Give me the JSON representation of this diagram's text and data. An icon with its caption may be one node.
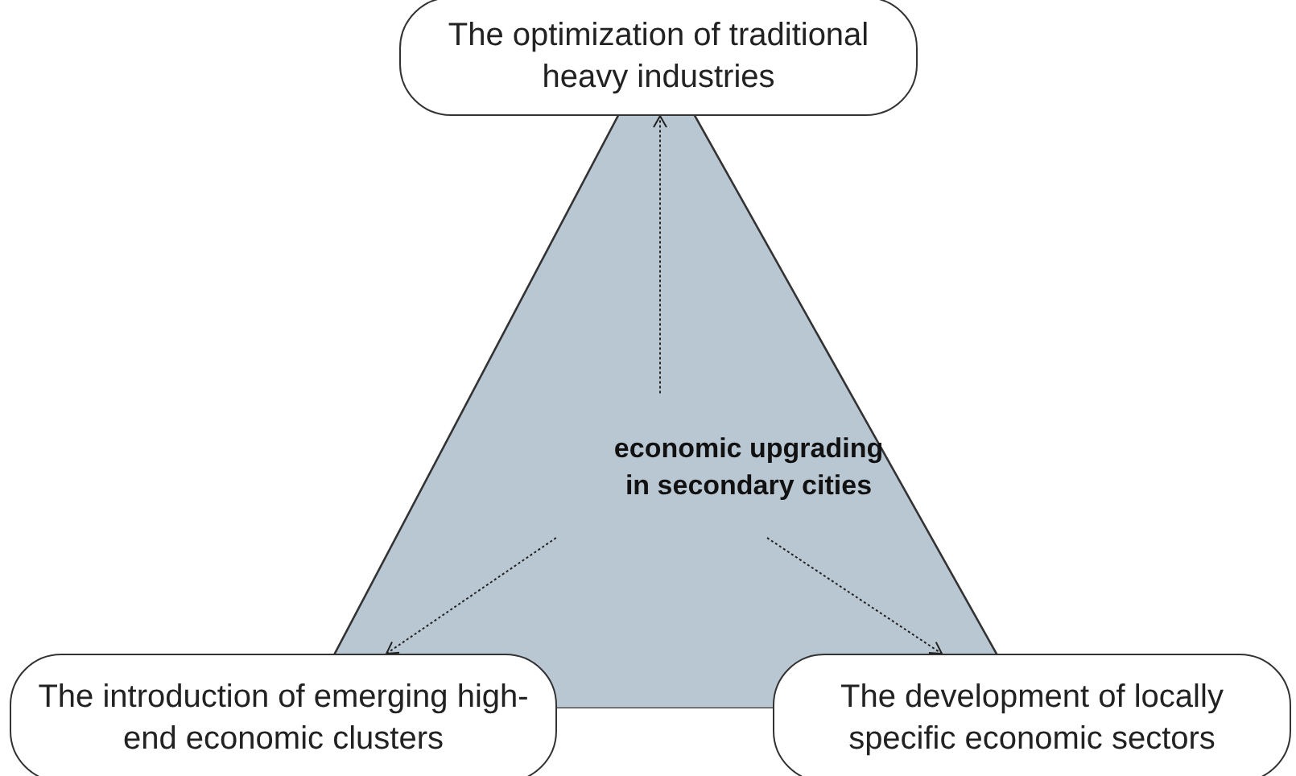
{
  "diagram": {
    "nodes": [
      {
        "text": [
          "economic upgrading in secondary cities"
        ]
      },
      {
        "text": [
          "The optimization of traditional heavy industries"
        ]
      },
      {
        "text": [
          "The introduction of emerging high-end economic clusters"
        ]
      },
      {
        "text": [
          "The development of locally specific economic sectors"
        ]
      }
    ],
    "edges": [
      {
        "from": 0,
        "to": 1,
        "arrow": "to",
        "style": "dashed"
      },
      {
        "from": 0,
        "to": 2,
        "arrow": "to",
        "style": "dashed"
      },
      {
        "from": 0,
        "to": 3,
        "arrow": "to",
        "style": "dashed"
      }
    ]
  }
}
